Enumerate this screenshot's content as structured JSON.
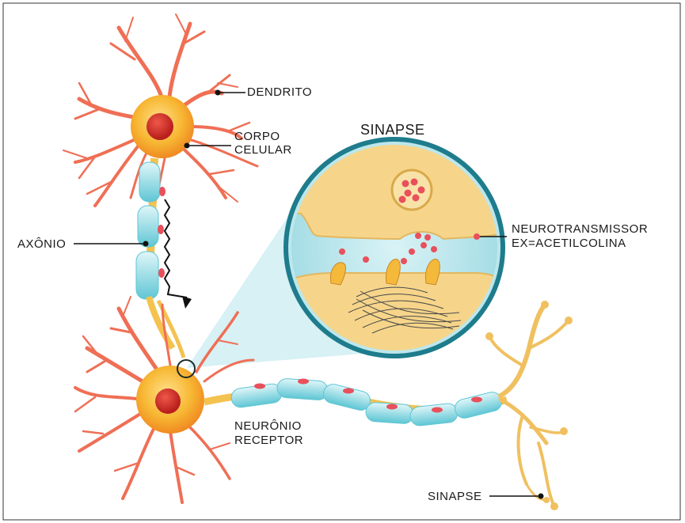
{
  "labels": {
    "dendrito": "DENDRITO",
    "corpo_celular_line1": "CORPO",
    "corpo_celular_line2": "CELULAR",
    "axonio": "AXÔNIO",
    "sinapse_title": "SINAPSE",
    "neurotransmissor_line1": "NEUROTRANSMISSOR",
    "neurotransmissor_line2": "EX=ACETILCOLINA",
    "receptor_line1": "NEURÔNIO",
    "receptor_line2": "RECEPTOR",
    "sinapse_bottom": "SINAPSE"
  },
  "colors": {
    "neuron_body": "#f7b733",
    "nucleus": "#d9302c",
    "dendrite": "#ef6f55",
    "myelin": "#8fd9e3",
    "terminal": "#f0c060",
    "zoom_ring": "#1e7c8c",
    "zoom_fill": "#bde7ec",
    "neurotransmitter": "#e8505b"
  }
}
